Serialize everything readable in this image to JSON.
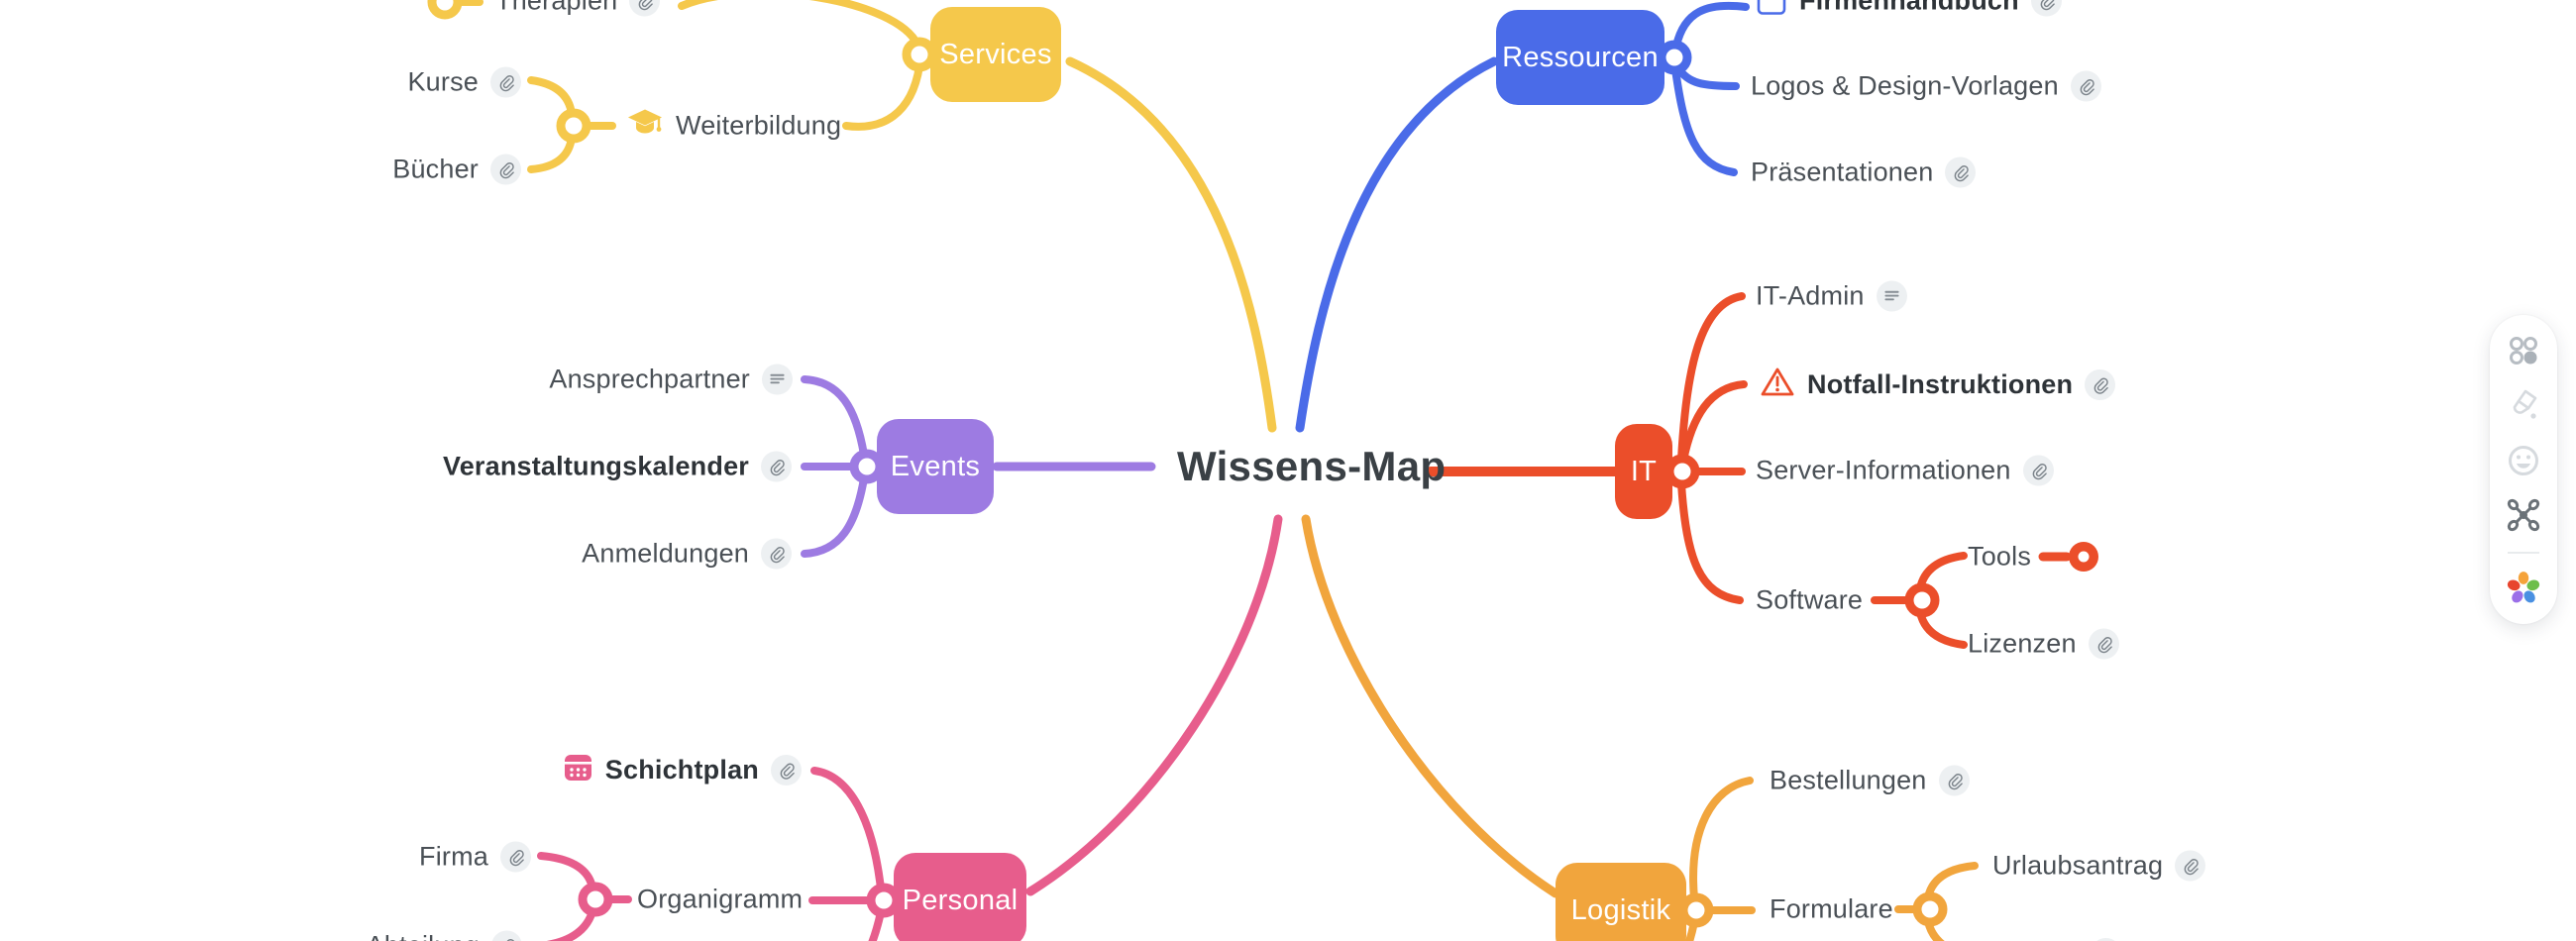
{
  "map": {
    "root": {
      "label": "Wissens-Map"
    },
    "branches": [
      {
        "label": "Services",
        "color": "#F5C84B",
        "children": [
          {
            "label": "Therapien",
            "attachment": true
          },
          {
            "label": "Weiterbildung",
            "icon": "graduation-cap-icon",
            "children": [
              {
                "label": "Kurse",
                "attachment": true
              },
              {
                "label": "Bücher",
                "attachment": true
              }
            ]
          }
        ]
      },
      {
        "label": "Ressourcen",
        "color": "#4A6BE8",
        "children": [
          {
            "label": "Firmenhandbuch",
            "bold": true,
            "icon": "document-icon",
            "attachment": true
          },
          {
            "label": "Logos & Design-Vorlagen",
            "attachment": true
          },
          {
            "label": "Präsentationen",
            "attachment": true
          }
        ]
      },
      {
        "label": "Events",
        "color": "#9D7BE2",
        "children": [
          {
            "label": "Ansprechpartner",
            "note": true
          },
          {
            "label": "Veranstaltungskalender",
            "bold": true,
            "attachment": true
          },
          {
            "label": "Anmeldungen",
            "attachment": true
          }
        ]
      },
      {
        "label": "IT",
        "color": "#EB4E2A",
        "children": [
          {
            "label": "IT-Admin",
            "note": true
          },
          {
            "label": "Notfall-Instruktionen",
            "bold": true,
            "icon": "warning-icon",
            "attachment": true
          },
          {
            "label": "Server-Informationen",
            "attachment": true
          },
          {
            "label": "Software",
            "children": [
              {
                "label": "Tools",
                "collapsed": true
              },
              {
                "label": "Lizenzen",
                "attachment": true
              }
            ]
          }
        ]
      },
      {
        "label": "Personal",
        "color": "#E75D8C",
        "children": [
          {
            "label": "Schichtplan",
            "bold": true,
            "icon": "calendar-icon",
            "attachment": true
          },
          {
            "label": "Organigramm",
            "children": [
              {
                "label": "Firma",
                "attachment": true
              },
              {
                "label": "Abteilung",
                "attachment": true
              }
            ]
          }
        ]
      },
      {
        "label": "Logistik",
        "color": "#F1A53D",
        "children": [
          {
            "label": "Bestellungen",
            "attachment": true
          },
          {
            "label": "Formulare",
            "children": [
              {
                "label": "Urlaubsantrag",
                "attachment": true
              }
            ]
          }
        ]
      }
    ]
  },
  "toolbar": {
    "icons": [
      "theme-layout-icon",
      "paint-brush-icon",
      "emoji-icon",
      "connections-icon",
      "mindmeister-flower-icon"
    ]
  },
  "colors": {
    "text": "#4A5056",
    "text_bold": "#2E3338",
    "title": "#3A4045",
    "chip_bg": "#EDF0F2",
    "chip_glyph": "#7B838A"
  }
}
